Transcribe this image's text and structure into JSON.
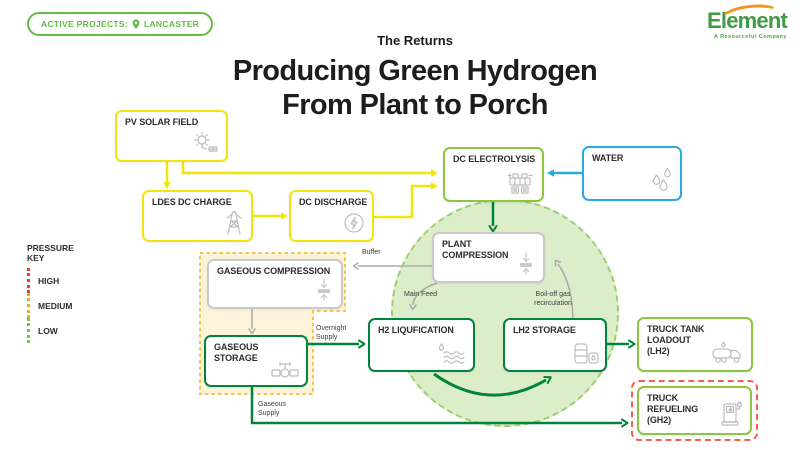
{
  "badge": {
    "label": "ACTIVE PROJECTS:",
    "location": "LANCASTER"
  },
  "logo": {
    "name": "Element",
    "tagline": "A Resourceful Company"
  },
  "header": {
    "kicker": "The Returns",
    "title_line1": "Producing Green Hydrogen",
    "title_line2": "From Plant to Porch"
  },
  "pressure_key": {
    "title": "PRESSURE\nKEY",
    "levels": [
      {
        "label": "HIGH",
        "color": "#EE3B33"
      },
      {
        "label": "MEDIUM",
        "color": "#F2AE19"
      },
      {
        "label": "LOW",
        "color": "#7DC242"
      }
    ]
  },
  "nodes": {
    "pv_solar_field": {
      "label": "PV SOLAR FIELD",
      "icon": "sun-solar-icon"
    },
    "ldes_dc_charge": {
      "label": "LDES DC CHARGE",
      "icon": "transmission-tower-icon"
    },
    "dc_discharge": {
      "label": "DC DISCHARGE",
      "icon": "lightning-circle-icon"
    },
    "dc_electrolysis": {
      "label": "DC ELECTROLYSIS",
      "icon": "electrolyzer-icon"
    },
    "water": {
      "label": "WATER",
      "icon": "water-droplets-icon"
    },
    "plant_compression": {
      "label": "PLANT COMPRESSION",
      "icon": "compressor-icon"
    },
    "gaseous_compression": {
      "label": "GASEOUS COMPRESSION",
      "icon": "compressor-icon"
    },
    "gaseous_storage": {
      "label": "GASEOUS STORAGE",
      "icon": "pipe-valve-icon"
    },
    "h2_liquification": {
      "label": "H2 LIQUFICATION",
      "icon": "liquid-waves-icon"
    },
    "lh2_storage": {
      "label": "LH2 STORAGE",
      "icon": "storage-tanks-icon"
    },
    "truck_tank_loadout": {
      "label": "TRUCK TANK\nLOADOUT\n(LH2)",
      "icon": "tanker-truck-icon"
    },
    "truck_refueling": {
      "label": "TRUCK\nREFUELING\n(GH2)",
      "icon": "fuel-dispenser-icon"
    }
  },
  "flow_labels": {
    "buffer": "Buffer",
    "main_feed": "Main Feed",
    "boil_off": "Boil-off gas\nrecirculation",
    "overnight_supply": "Overnight\nSupply",
    "gaseous_supply": "Gaseous\nSupply"
  },
  "colors": {
    "yellow_flow": "#F2E50B",
    "light_green": "#8CC63F",
    "dark_green": "#00843D",
    "water_blue": "#29ABE2",
    "gray_border": "#C9C9C9",
    "gray_arrow": "#ABABAB",
    "circle_fill": "#DCEDCA",
    "circle_border": "#9CCF70",
    "region_fill": "#FCF3DA",
    "region_border": "#F5C44B",
    "high_red": "#EE3B33",
    "medium_amber": "#F2AE19",
    "low_green": "#7DC242",
    "refuel_dash_red": "#F4604B",
    "logo_green": "#419A44",
    "logo_orange": "#F6921E",
    "badge_green": "#63BB46",
    "text_dark": "#1D1D1D"
  }
}
